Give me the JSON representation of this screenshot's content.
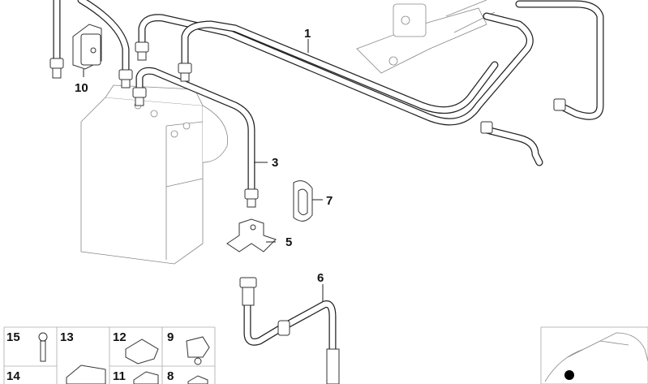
{
  "diagram": {
    "callouts": {
      "pipe_main": "1",
      "pipe_3": "3",
      "bracket_5": "5",
      "hose_6": "6",
      "grommet_7": "7",
      "grommet_10": "10"
    },
    "parts_grid": [
      "15",
      "13",
      "12",
      "9",
      "14",
      "11",
      "8"
    ]
  }
}
